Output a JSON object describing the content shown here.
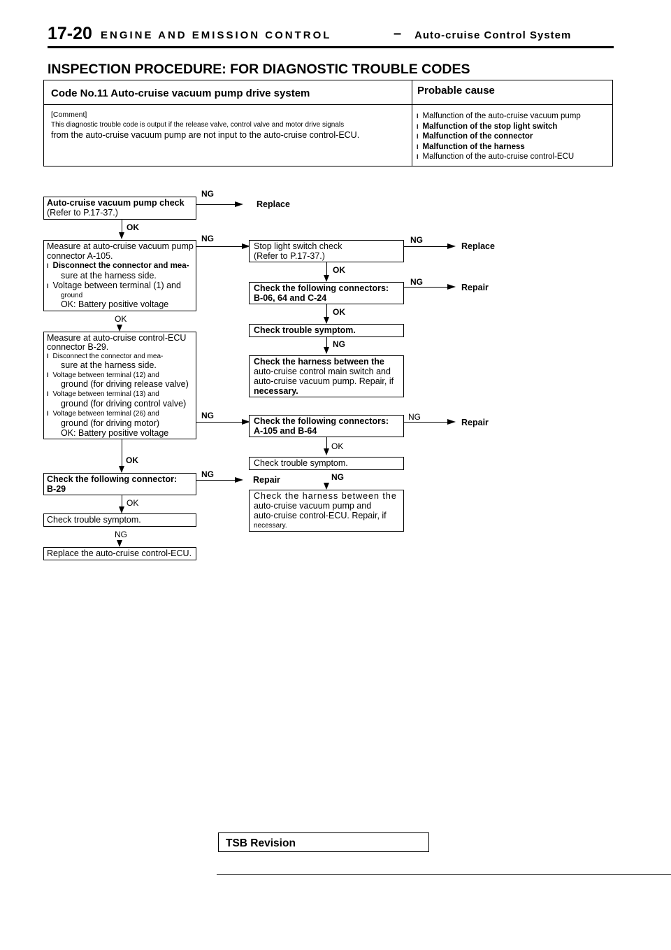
{
  "header": {
    "page_no": "17-20",
    "section": "ENGINE AND EMISSION CONTROL",
    "dash": "–",
    "subsection": "Auto-cruise Control System"
  },
  "title": "INSPECTION PROCEDURE: FOR DIAGNOSTIC TROUBLE CODES",
  "code_box": {
    "heading": "Code No.11 Auto-cruise vacuum pump drive system",
    "comment_label": "[Comment]",
    "comment_line1": "This diagnostic trouble code is output if the release valve, control valve and motor drive signals",
    "comment_line2": "from the auto-cruise vacuum pump are not input to the auto-cruise control-ECU."
  },
  "probable": {
    "heading": "Probable cause",
    "items": [
      "Malfunction of the auto-cruise vacuum pump",
      "Malfunction of the stop light switch",
      "Malfunction of the connector",
      "Malfunction of the harness",
      "Malfunction of the auto-cruise control-ECU"
    ]
  },
  "flow": {
    "step1": {
      "line1": "Auto-cruise vacuum pump check",
      "line2": "(Refer to P.17-37.)"
    },
    "step2": {
      "line1": "Measure at auto-cruise vacuum pump",
      "line2": "connector A-105.",
      "line3": "Disconnect the connector and mea-",
      "line4": "sure at the harness side.",
      "line5": "Voltage between terminal (1) and",
      "line6": "ground",
      "line7": "OK: Battery positive voltage"
    },
    "step3": {
      "line1": "Measure at auto-cruise control-ECU",
      "line2": "connector B-29.",
      "line3": "Disconnect the connector and mea-",
      "line4": "sure at the harness side.",
      "line5": "Voltage between terminal (12) and",
      "line6": "ground (for driving release valve)",
      "line7": "Voltage between terminal (13) and",
      "line8": "ground (for driving control valve)",
      "line9": "Voltage between terminal (26) and",
      "line10": "ground (for driving motor)",
      "line11": "OK: Battery positive voltage"
    },
    "step4": {
      "line1": "Check the following connector:",
      "line2": "B-29"
    },
    "step5": {
      "line1": "Check trouble symptom."
    },
    "step6": {
      "line1": "Replace the auto-cruise control-ECU."
    },
    "r1": {
      "line1": "Stop light switch check",
      "line2": "(Refer to P.17-37.)"
    },
    "r2": {
      "line1": "Check the following connectors:",
      "line2": "B-06, 64 and C-24"
    },
    "r3": {
      "line1": "Check trouble symptom."
    },
    "r4": {
      "line1": "Check the harness between the",
      "line2": "auto-cruise control main switch and",
      "line3": "auto-cruise vacuum pump. Repair, if",
      "line4": "necessary."
    },
    "r5": {
      "line1": "Check the following connectors:",
      "line2": "A-105 and B-64"
    },
    "r6": {
      "line1": "Check trouble symptom."
    },
    "r7": {
      "line1": "Check the harness between the",
      "line2": "auto-cruise vacuum pump and",
      "line3": "auto-cruise control-ECU. Repair, if",
      "line4": "necessary."
    },
    "labels": {
      "ok": "OK",
      "ng": "NG"
    },
    "actions": {
      "replace": "Replace",
      "repair": "Repair"
    }
  },
  "footer": {
    "tsb": "TSB Revision"
  }
}
